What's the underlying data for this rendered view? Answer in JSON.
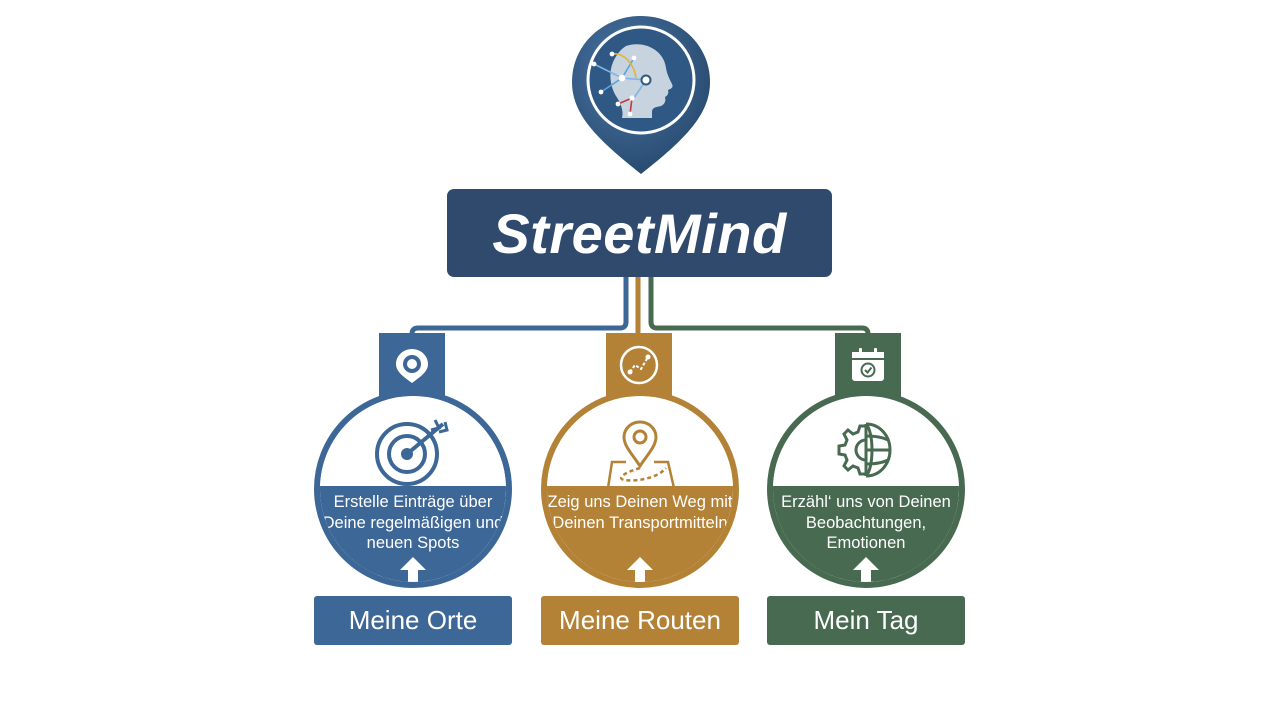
{
  "title": "StreetMind",
  "icons": {
    "logo": "ai-head-network-pin-icon",
    "connector": "tree-connector-lines"
  },
  "colors": {
    "navy": "#2f4a6d",
    "blue": "#3d6796",
    "ochre": "#b38236",
    "green": "#476a50",
    "white": "#ffffff"
  },
  "branches": [
    {
      "id": "orte",
      "color": "#3d6796",
      "tab_icon": "location-pin-icon",
      "illustration_icon": "target-arrow-icon",
      "description": "Erstelle Einträge über Deine regelmäßigen und neuen Spots",
      "label": "Meine Orte"
    },
    {
      "id": "routen",
      "color": "#b38236",
      "tab_icon": "route-path-icon",
      "illustration_icon": "map-pin-route-icon",
      "description": "Zeig uns Deinen Weg mit Deinen Transportmitteln",
      "label": "Meine Routen"
    },
    {
      "id": "tag",
      "color": "#476a50",
      "tab_icon": "calendar-check-icon",
      "illustration_icon": "gear-globe-icon",
      "description": "Erzähl‘ uns von Deinen Beobachtungen, Emotionen",
      "label": "Mein Tag"
    }
  ]
}
